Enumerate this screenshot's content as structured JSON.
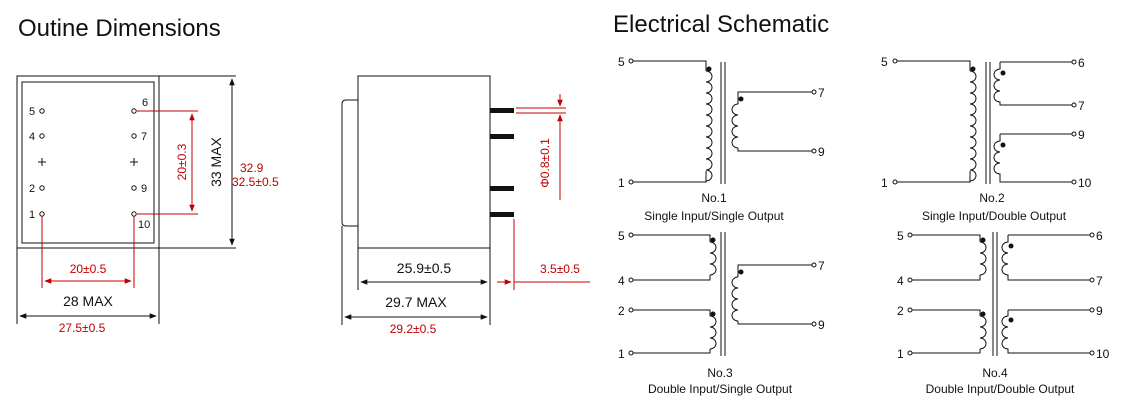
{
  "titles": {
    "outline": "Outine Dimensions",
    "schematic": "Electrical Schematic"
  },
  "front_view": {
    "pins_left": [
      "5",
      "4",
      "2",
      "1"
    ],
    "pins_right": [
      "6",
      "7",
      "9",
      "10"
    ],
    "pitch_vertical": "20±0.3",
    "height_max": "33 MAX",
    "height_nominal_a": "32.9",
    "height_nominal_b": "32.5±0.5",
    "pitch_horizontal": "20±0.5",
    "width_max": "28 MAX",
    "width_nominal": "27.5±0.5"
  },
  "side_view": {
    "pin_diameter": "Φ0.8±0.1",
    "body_length": "25.9±0.5",
    "pin_length": "3.5±0.5",
    "total_max": "29.7 MAX",
    "total_nominal": "29.2±0.5"
  },
  "schematics": [
    {
      "no": "No.1",
      "desc": "Single Input/Single Output"
    },
    {
      "no": "No.2",
      "desc": "Single Input/Double Output"
    },
    {
      "no": "No.3",
      "desc": "Double Input/Single Output"
    },
    {
      "no": "No.4",
      "desc": "Double Input/Double Output"
    }
  ],
  "schematic_pins": {
    "p1": "1",
    "p2": "2",
    "p4": "4",
    "p5": "5",
    "p6": "6",
    "p7": "7",
    "p9": "9",
    "p10": "10"
  },
  "colors": {
    "dimension": "#c00000",
    "line": "#111111"
  }
}
